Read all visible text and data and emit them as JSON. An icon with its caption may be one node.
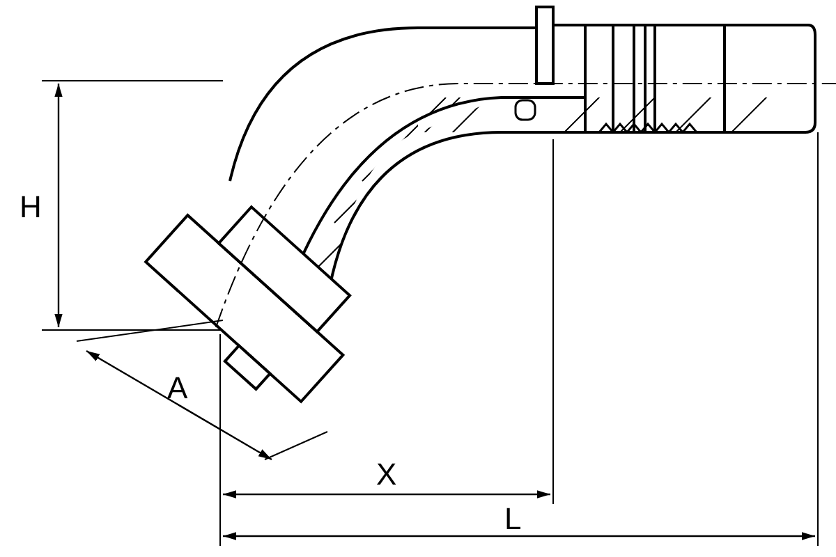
{
  "diagram": {
    "labels": [
      "H",
      "A",
      "X",
      "L"
    ]
  }
}
